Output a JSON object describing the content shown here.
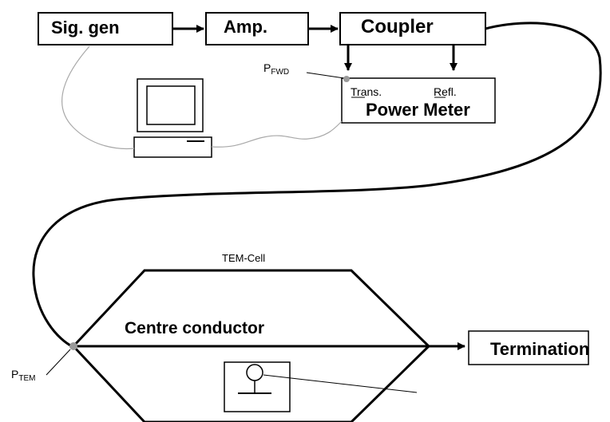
{
  "blocks": {
    "sig_gen": "Sig. gen",
    "amp": "Amp.",
    "coupler": "Coupler",
    "power_meter": "Power Meter",
    "trans": "Trans.",
    "refl": "Refl.",
    "termination": "Termination"
  },
  "probes": {
    "p_fwd_main": "P",
    "p_fwd_sub": "FWD",
    "p_tem_main": "P",
    "p_tem_sub": "TEM"
  },
  "cell": {
    "title": "TEM-Cell",
    "centre": "Centre conductor"
  }
}
